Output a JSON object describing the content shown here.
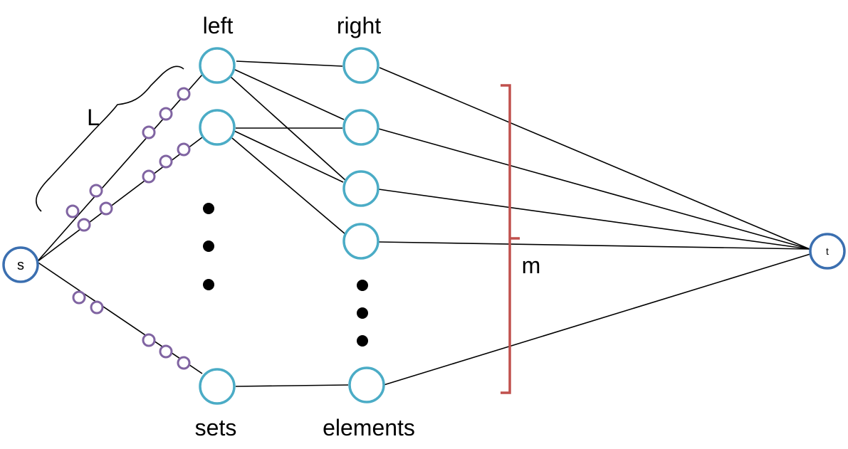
{
  "labels": {
    "left": "left",
    "right": "right",
    "sets": "sets",
    "elements": "elements",
    "L": "L",
    "m": "m",
    "s": "s",
    "t": "t"
  },
  "colors": {
    "node_stroke": "#4bacc6",
    "terminal_stroke": "#3b6fb0",
    "chain_stroke": "#8064a2",
    "bracket_stroke": "#c0504d",
    "edge": "#000000",
    "ellipsis_dot": "#000000"
  }
}
